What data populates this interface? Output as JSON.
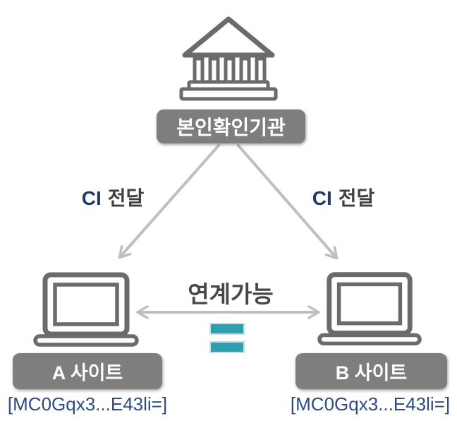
{
  "authority": {
    "label": "본인확인기관",
    "icon": "bank-icon"
  },
  "transfers": {
    "left": {
      "highlight": "CI",
      "text": "전달"
    },
    "right": {
      "highlight": "CI",
      "text": "전달"
    }
  },
  "link": {
    "label": "연계가능",
    "icon": "equals-icon"
  },
  "sites": {
    "a": {
      "label": "A 사이트",
      "icon": "laptop-icon",
      "ci_value": "[MC0Gqx3...E43li=]"
    },
    "b": {
      "label": "B 사이트",
      "icon": "laptop-icon",
      "ci_value": "[MC0Gqx3...E43li=]"
    }
  },
  "colors": {
    "box_gray": "#7E7E7E",
    "icon_gray": "#6B6B6B",
    "arrow_gray": "#BFBFBF",
    "ci_highlight_navy": "#1F3A68",
    "label_dark_gray": "#3F3F3F",
    "ci_value_navy": "#2E4C80",
    "equals_teal": "#2E9FAF"
  }
}
